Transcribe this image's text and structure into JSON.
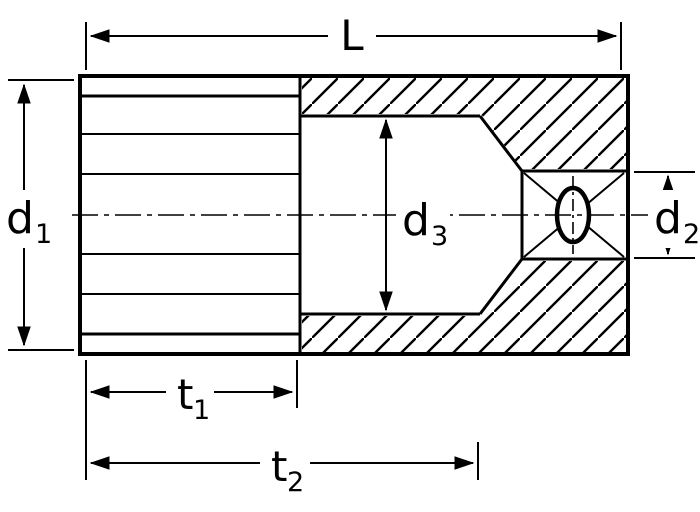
{
  "page": {
    "background": "#ffffff",
    "line_color": "#000000"
  },
  "labels": {
    "L": {
      "base": "L",
      "sub": ""
    },
    "d1": {
      "base": "d",
      "sub": "1"
    },
    "d2": {
      "base": "d",
      "sub": "2"
    },
    "d3": {
      "base": "d",
      "sub": "3"
    },
    "t1": {
      "base": "t",
      "sub": "1"
    },
    "t2": {
      "base": "t",
      "sub": "2"
    }
  }
}
